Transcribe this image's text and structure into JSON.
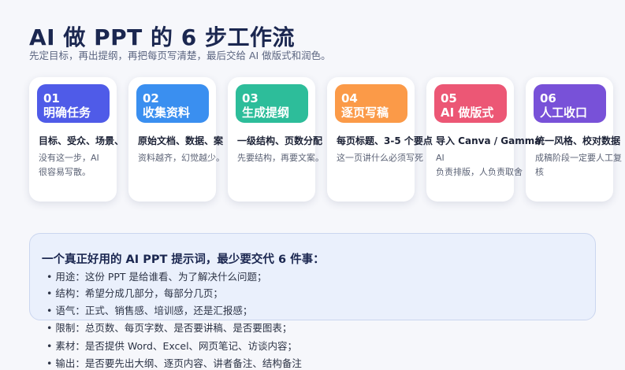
{
  "title": "AI 做 PPT 的 6 步工作流",
  "subtitle": "先定目标，再出提纲，再把每页写清楚，最后交给 AI 做版式和润色。",
  "steps": [
    {
      "num": "01",
      "name": "明确任务",
      "title": "目标、受众、场景、",
      "desc": "没有这一步，AI\n很容易写散。",
      "color": "#4f5be8"
    },
    {
      "num": "02",
      "name": "收集资料",
      "title": "原始文档、数据、案",
      "desc": "资料越齐，幻觉越少。",
      "color": "#3a8ff0"
    },
    {
      "num": "03",
      "name": "生成提纲",
      "title": "一级结构、页数分配",
      "desc": "先要结构，再要文案。",
      "color": "#2dbd9a"
    },
    {
      "num": "04",
      "name": "逐页写稿",
      "title": "每页标题、3-5 个要点",
      "desc": "这一页讲什么必须写死",
      "color": "#fb9a48"
    },
    {
      "num": "05",
      "name": "AI 做版式",
      "title": "导入 Canva / Gamma",
      "desc": "AI\n负责排版，人负责取舍",
      "color": "#ec5775"
    },
    {
      "num": "06",
      "name": "人工收口",
      "title": "统一风格、校对数据",
      "desc": "成稿阶段一定要人工复核",
      "color": "#7851d8"
    }
  ],
  "prompt": {
    "heading": "一个真正好用的 AI PPT 提示词，最少要交代 6 件事：",
    "items": [
      "• 用途：这份 PPT 是给谁看、为了解决什么问题；",
      "• 结构：希望分成几部分，每部分几页；",
      "• 语气：正式、销售感、培训感，还是汇报感；",
      "• 限制：总页数、每页字数、是否要讲稿、是否要图表；",
      "• 素材：是否提供 Word、Excel、网页笔记、访谈内容；",
      "• 输出：是否要先出大纲、逐页内容、讲者备注、结构备注"
    ]
  }
}
